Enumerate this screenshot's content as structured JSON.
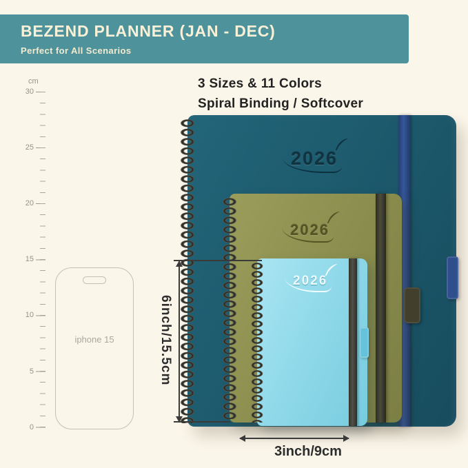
{
  "header": {
    "title": "BEZEND PLANNER (JAN - DEC)",
    "subtitle": "Perfect for All Scenarios",
    "bg_color": "#4e939b",
    "text_color": "#f8f1d8"
  },
  "intro": {
    "line1": "3 Sizes & 11 Colors",
    "line2": "Spiral Binding / Softcover"
  },
  "ruler": {
    "unit": "cm",
    "labels": [
      "30",
      "25",
      "20",
      "15",
      "10",
      "5",
      "0"
    ]
  },
  "phone": {
    "label": "iphone 15"
  },
  "planners": {
    "large": {
      "year": "2026",
      "cover_color": "#1d5a6d",
      "band_color": "#2f4e8c"
    },
    "medium": {
      "year": "2026",
      "cover_color": "#8b8e4e",
      "band_color": "#3a3a2e"
    },
    "small": {
      "year": "2026",
      "cover_color": "#8ed8e9",
      "band_color": "#3a3a33"
    }
  },
  "dimensions": {
    "height_label": "6inch/15.5cm",
    "width_label": "3inch/9cm"
  },
  "colors": {
    "background": "#fbf6ea",
    "annotation": "#3a3a3a"
  }
}
